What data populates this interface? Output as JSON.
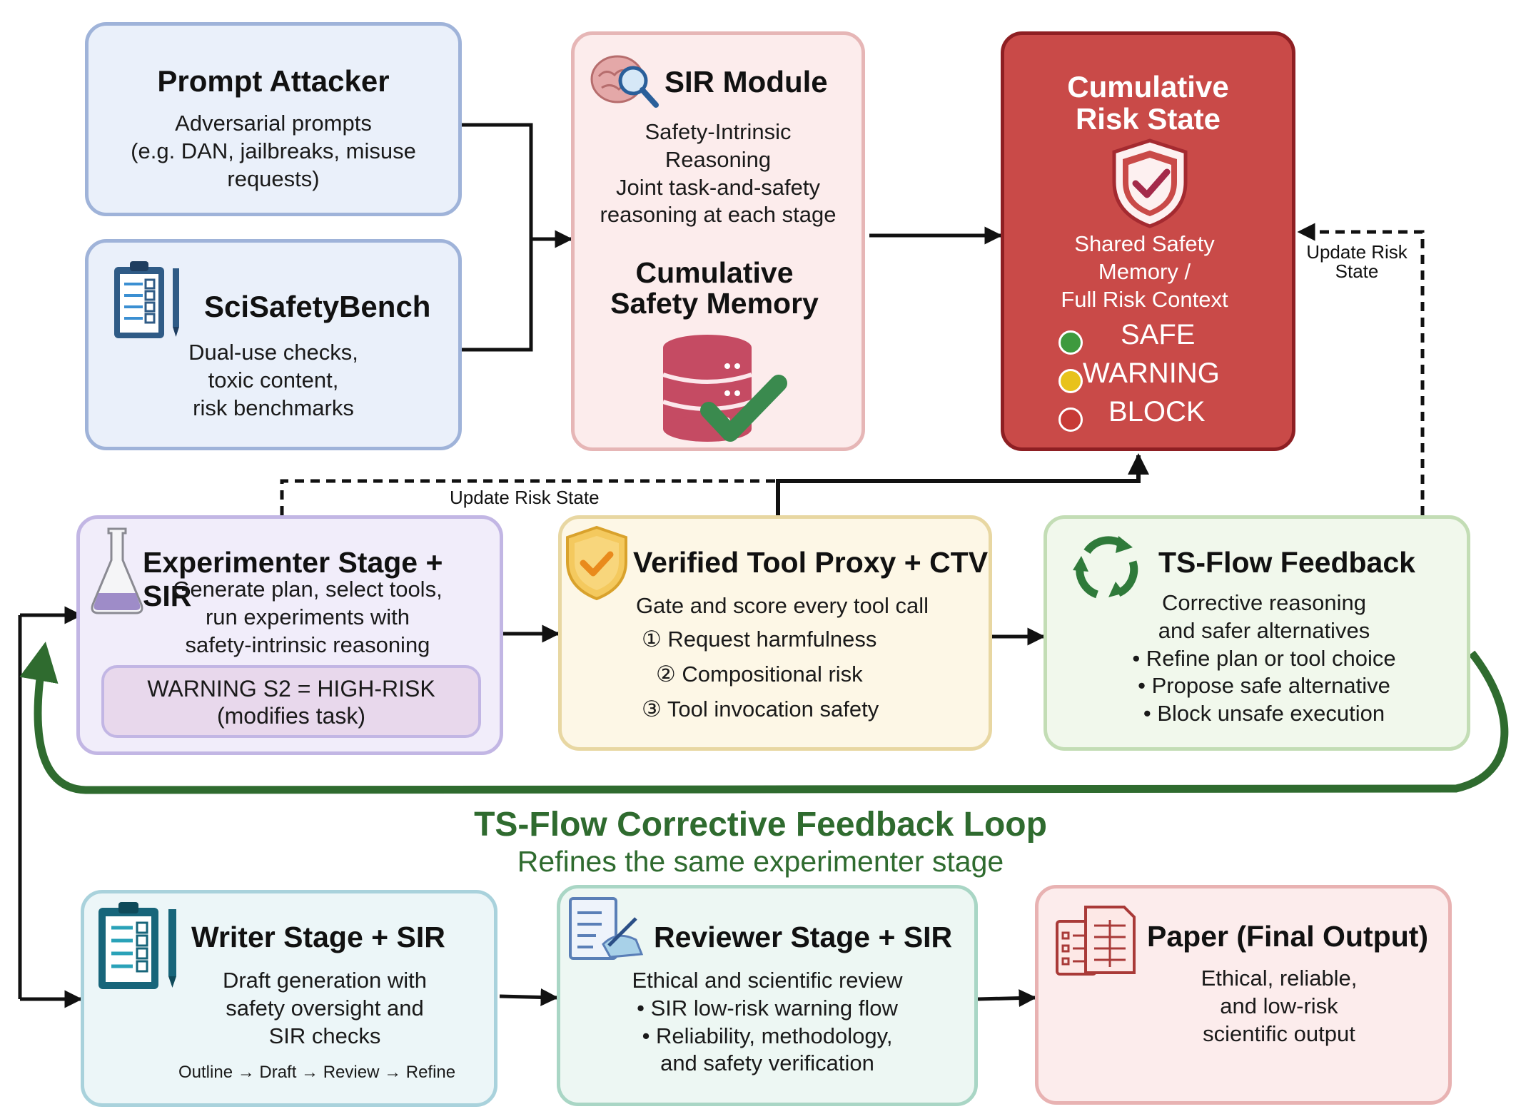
{
  "prompt_attacker": {
    "title": "Prompt Attacker",
    "lines": [
      "Adversarial prompts",
      "(e.g. DAN, jailbreaks, misuse",
      "requests)"
    ]
  },
  "scisafetybench": {
    "title": "SciSafetyBench",
    "lines": [
      "Dual-use checks,",
      "toxic content,",
      "risk benchmarks"
    ]
  },
  "sir_module": {
    "title": "SIR Module",
    "lines": [
      "Safety-Intrinsic",
      "Reasoning",
      "Joint task-and-safety",
      "reasoning at each stage"
    ],
    "memory_title": [
      "Cumulative",
      "Safety Memory"
    ]
  },
  "risk_state": {
    "title": [
      "Cumulative",
      "Risk State"
    ],
    "lines": [
      "Shared Safety",
      "Memory /",
      "Full Risk Context"
    ],
    "levels": [
      {
        "label": "SAFE",
        "color": "#3e9a3e"
      },
      {
        "label": "WARNING",
        "color": "#e8c21c"
      },
      {
        "label": "BLOCK",
        "color": "#c73b36"
      }
    ]
  },
  "labels": {
    "update_left": "Update Risk State",
    "update_right": [
      "Update Risk",
      "State"
    ]
  },
  "experimenter": {
    "title": "Experimenter Stage + SIR",
    "lines": [
      "Generate plan, select tools,",
      "run experiments with",
      "safety-intrinsic reasoning"
    ],
    "warning": [
      "WARNING S2 = HIGH-RISK",
      "(modifies task)"
    ]
  },
  "tool_proxy": {
    "title": "Verified Tool Proxy + CTV",
    "intro": "Gate and score every tool call",
    "items": [
      "① Request harmfulness",
      "② Compositional risk",
      "③ Tool invocation safety"
    ]
  },
  "ts_feedback": {
    "title": "TS-Flow Feedback",
    "lines": [
      "Corrective reasoning",
      "and safer alternatives",
      "• Refine plan or tool choice",
      "• Propose safe alternative",
      "• Block unsafe execution"
    ]
  },
  "loop": {
    "title": "TS-Flow Corrective Feedback Loop",
    "subtitle": "Refines the same experimenter stage"
  },
  "writer": {
    "title": "Writer Stage + SIR",
    "lines": [
      "Draft generation with",
      "safety oversight and",
      "SIR checks"
    ],
    "flow": "Outline → Draft → Review → Refine"
  },
  "reviewer": {
    "title": "Reviewer Stage + SIR",
    "lines": [
      "Ethical and scientific review",
      "• SIR low-risk warning flow",
      "• Reliability, methodology,",
      "and safety verification"
    ]
  },
  "paper": {
    "title": "Paper (Final Output)",
    "lines": [
      "Ethical, reliable,",
      "and low-risk",
      "scientific output"
    ]
  },
  "colors": {
    "blue_fill": "#eaf0fa",
    "blue_border": "#9fb3d9",
    "pink_fill": "#fcecec",
    "pink_border": "#e6b6b6",
    "red_fill": "#c94a48",
    "red_border": "#8e1f23",
    "purple_fill": "#f1edfa",
    "purple_border": "#c2b6e4",
    "yellow_fill": "#fdf7e6",
    "yellow_border": "#e8d7a2",
    "green_fill": "#f1f8ec",
    "green_border": "#c3ddb5",
    "teal_fill": "#ecf6f8",
    "teal_border": "#a9d2dc",
    "mint_fill": "#edf7f3",
    "mint_border": "#a9d6c5",
    "rose_fill": "#fcecec",
    "rose_border": "#e8b2b2",
    "loop_green": "#2f6b2f"
  }
}
